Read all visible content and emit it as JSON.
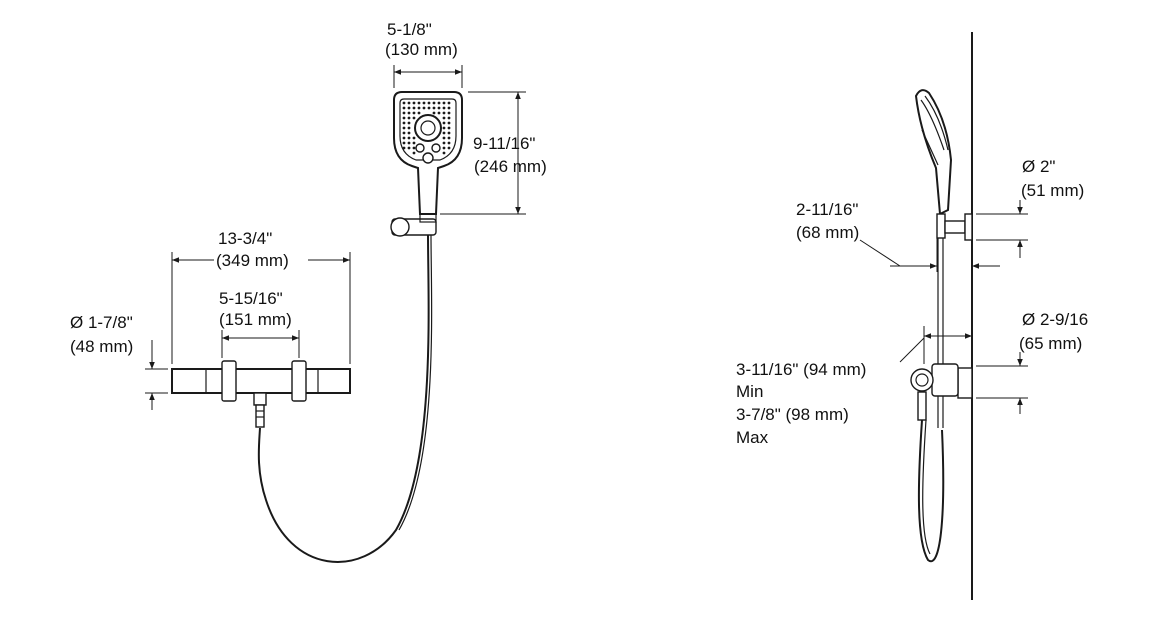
{
  "front_view": {
    "head_width": "5-1/8\"",
    "head_width_mm": "(130 mm)",
    "head_height": "9-11/16\"",
    "head_height_mm": "(246 mm)",
    "mixer_length": "13-3/4\"",
    "mixer_length_mm": "(349 mm)",
    "centers": "5-15/16\"",
    "centers_mm": "(151 mm)",
    "mixer_diameter": "Ø 1-7/8\"",
    "mixer_diameter_mm": "(48 mm)"
  },
  "side_view": {
    "holder_diameter": "Ø 2\"",
    "holder_diameter_mm": "(51 mm)",
    "holder_depth": "2-11/16\"",
    "holder_depth_mm": "(68 mm)",
    "flange_diameter": "Ø 2-9/16",
    "flange_diameter_mm": "(65 mm)",
    "projection_min": "3-11/16\" (94 mm)",
    "min_label": "Min",
    "projection_max": "3-7/8\" (98 mm)",
    "max_label": "Max"
  }
}
